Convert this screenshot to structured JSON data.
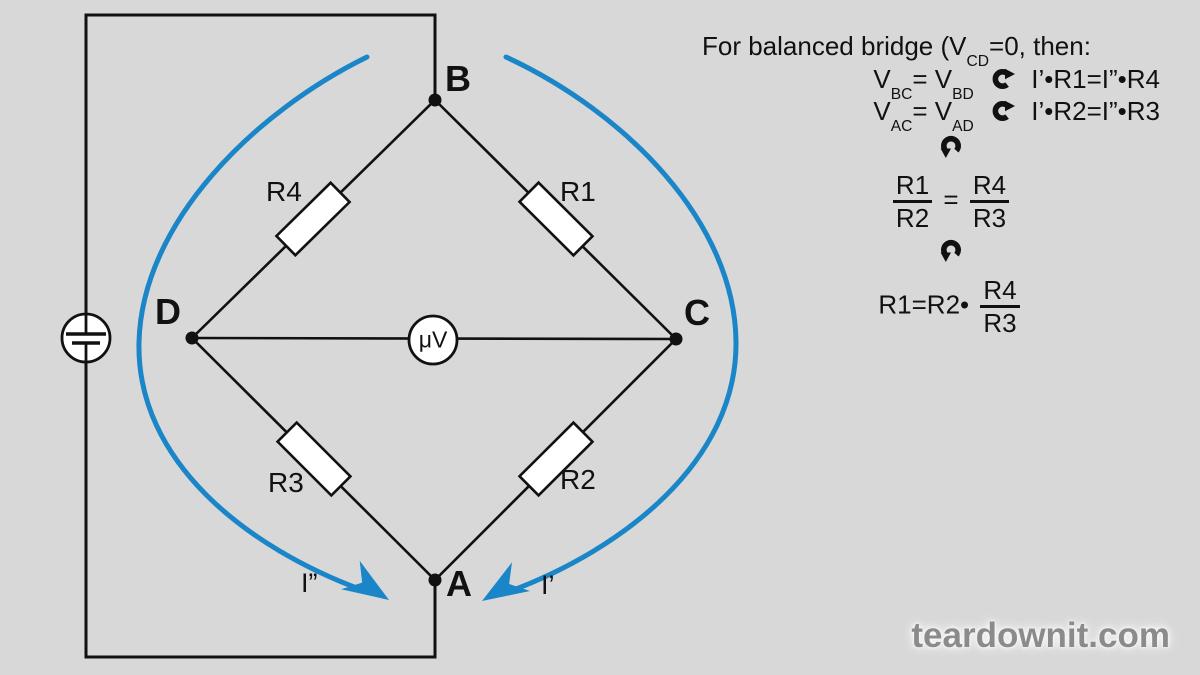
{
  "colors": {
    "background": "#d8d8d8",
    "wire": "#111111",
    "current_arrow_blue": "#1a86c8",
    "watermark_gray": "#8b8b8b"
  },
  "circuit": {
    "nodes": {
      "top": "B",
      "right": "C",
      "bottom": "A",
      "left": "D"
    },
    "resistors": {
      "upper_left": "R4",
      "upper_right": "R1",
      "lower_left": "R3",
      "lower_right": "R2"
    },
    "meter_label": "μV",
    "currents": {
      "left": "I”",
      "right": "I’"
    },
    "icons": {
      "source": "dc-source-icon",
      "meter": "microvoltmeter-icon"
    }
  },
  "equations": {
    "line1": {
      "pre": "For balanced bridge (V",
      "sub": "CD",
      "post": "=0, then:"
    },
    "line2": {
      "v1": "V",
      "s1": "BC",
      "mid": "= V",
      "s2": "BD",
      "rhs": "I’•R1=I”•R4"
    },
    "line3": {
      "v1": "V",
      "s1": "AC",
      "mid": "= V",
      "s2": "AD",
      "rhs": "I’•R2=I”•R3"
    },
    "ratio": {
      "num1": "R1",
      "den1": "R2",
      "equals": "=",
      "num2": "R4",
      "den2": "R3"
    },
    "result": {
      "lhs": "R1=R2•",
      "num": "R4",
      "den": "R3"
    }
  },
  "watermark": "teardownit.com"
}
